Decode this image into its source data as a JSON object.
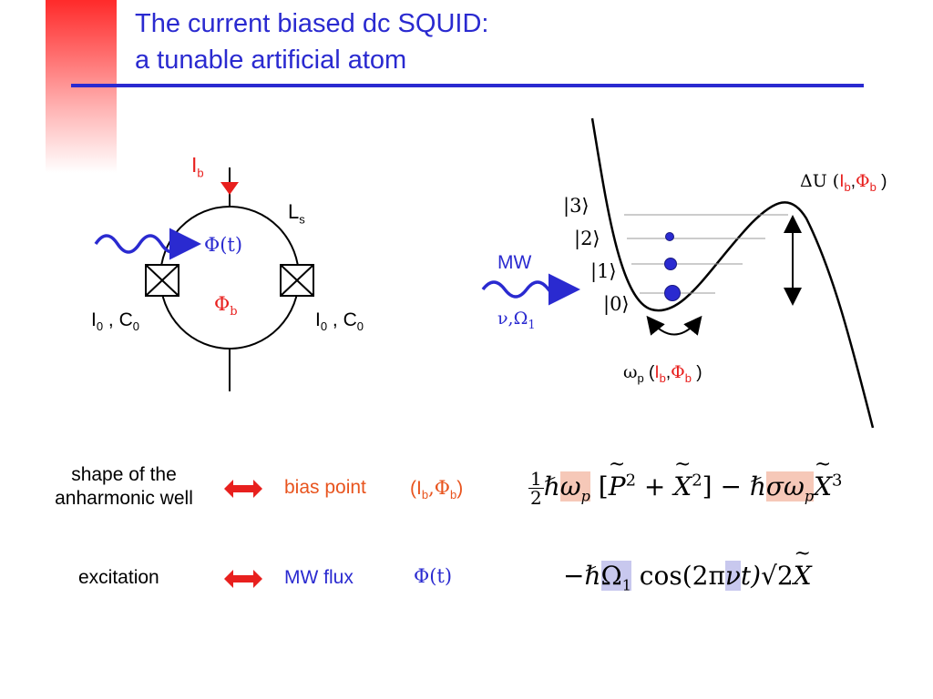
{
  "slide": {
    "title_line1": "The current biased dc SQUID:",
    "title_line2": "a tunable artificial atom"
  },
  "circuit": {
    "bias_current": "I",
    "bias_current_sub": "b",
    "inductance": "L",
    "inductance_sub": "s",
    "flux_t": "Φ(t)",
    "flux_b": "Φ",
    "flux_b_sub": "b",
    "junction_left": {
      "I": "I",
      "I_sub": "0",
      "sep": " , C",
      "C_sub": "0"
    },
    "junction_right": {
      "I": "I",
      "I_sub": "0",
      "sep": " , C",
      "C_sub": "0"
    }
  },
  "potential": {
    "levels": [
      "|3⟩",
      "|2⟩",
      "|1⟩",
      "|0⟩"
    ],
    "mw_label": "MW",
    "nu_omega": "ν,Ω",
    "nu_omega_sub": "1",
    "barrier": "ΔU (",
    "barrier_I": "I",
    "barrier_I_sub": "b",
    "comma": ",",
    "barrier_Phi": "Φ",
    "barrier_Phi_sub": "b",
    "close": " )",
    "omega_p": "ω",
    "omega_p_sub": "p",
    "omega_open": " ("
  },
  "rows": [
    {
      "left": [
        "shape of the",
        "anharmonic well"
      ],
      "middle": "bias point",
      "param_open": "(I",
      "param_sub1": "b",
      "param_mid": ",Φ",
      "param_sub2": "b",
      "param_close": ")",
      "eq_half_num": "1",
      "eq_half_den": "2",
      "eq_hbar": "ℏ",
      "eq_omega_p": "ω",
      "eq_p": "p",
      "eq_bracket_open": "[",
      "eq_P": "P",
      "eq_sq": "2",
      "eq_plus": " + ",
      "eq_X": "X",
      "eq_bracket_close": "]",
      "eq_minus": " − ℏ",
      "eq_sigma_omega": "σω",
      "eq_cube": "3"
    },
    {
      "left": [
        "excitation"
      ],
      "middle": "MW flux",
      "param": "Φ(t)",
      "eq_minus_hbar": "−ℏ",
      "eq_Omega": "Ω",
      "eq_Omega_sub": "1",
      "eq_cos": " cos(2π",
      "eq_nu": "ν",
      "eq_t": "t)",
      "eq_sqrt": "√2",
      "eq_X": "X"
    }
  ],
  "colors": {
    "title": "#2a2ad0",
    "red": "#e8201e",
    "orange": "#e8541e",
    "blue": "#2a2ad0",
    "highlight_red": "#f6c8b8",
    "highlight_blue": "#c8c8ee"
  },
  "icons": [
    "bidirectional-arrow-icon",
    "wavy-arrow-icon",
    "junction-cross-icon"
  ]
}
